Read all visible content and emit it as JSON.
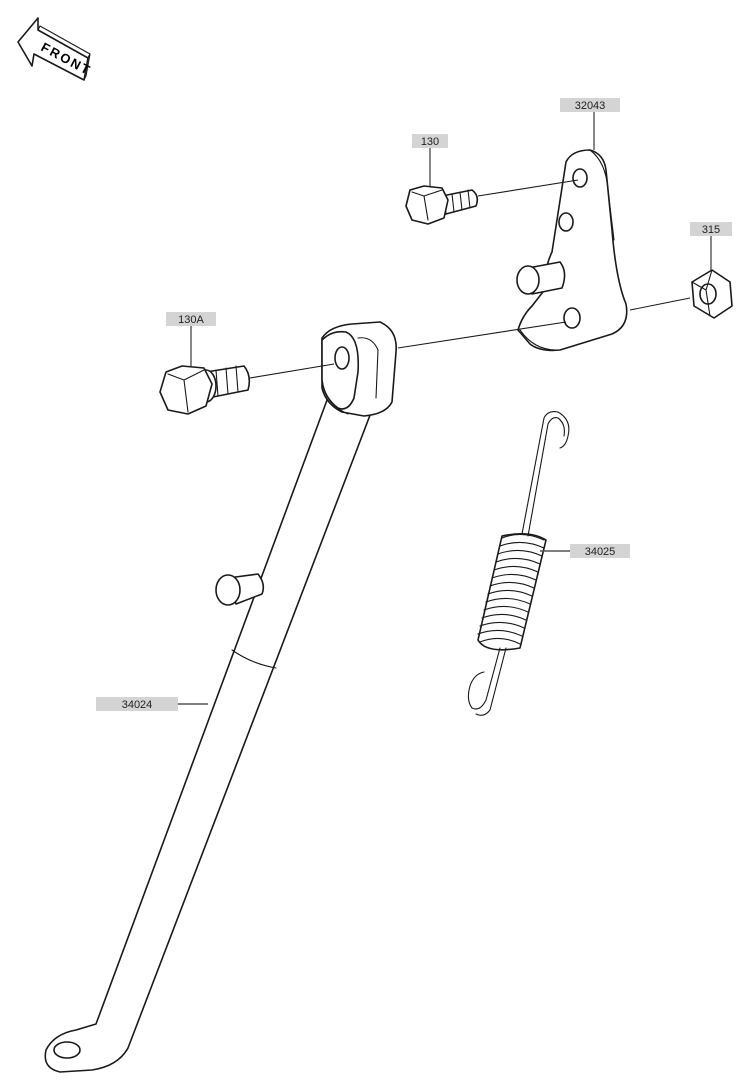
{
  "front_marker": {
    "label": "FRONT",
    "icon": "front-arrow-icon"
  },
  "callouts": {
    "bolt_130": "130",
    "bracket_32043": "32043",
    "nut_315": "315",
    "bolt_130a": "130A",
    "spring_34025": "34025",
    "side_stand_34024": "34024"
  }
}
